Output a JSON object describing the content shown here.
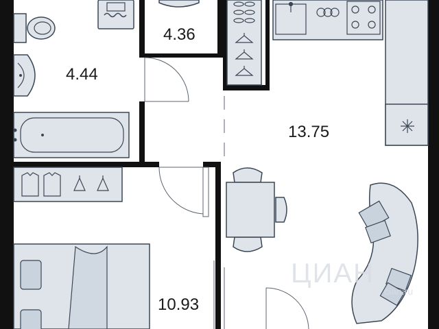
{
  "plan": {
    "rooms": [
      {
        "id": "bathroom",
        "area": "4.44"
      },
      {
        "id": "toilet",
        "area": "4.36"
      },
      {
        "id": "kitchen-living",
        "area": "13.75"
      },
      {
        "id": "bedroom",
        "area": "10.93"
      }
    ],
    "watermark": {
      "text": "ЦИАН",
      "subtext": "cian.ru"
    },
    "colors": {
      "wall": "#111111",
      "fixture_fill": "#dfe4ea",
      "fixture_stroke": "#3a4654",
      "accent_fill": "#c9d3de",
      "door_line": "#5a6470"
    }
  }
}
